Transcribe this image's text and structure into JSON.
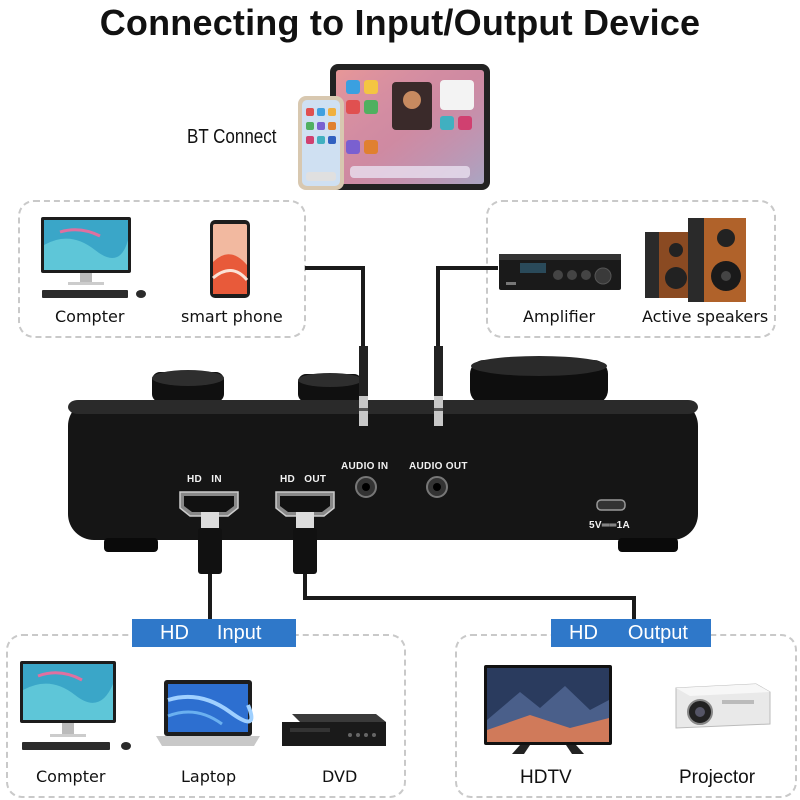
{
  "title": "Connecting to Input/Output Device",
  "bt_connect": "BT Connect",
  "top_left_devices": [
    {
      "label": "Compter",
      "icon": "desktop-computer-icon"
    },
    {
      "label": "smart phone",
      "icon": "smartphone-icon"
    }
  ],
  "top_right_devices": [
    {
      "label": "Amplifier",
      "icon": "amplifier-icon"
    },
    {
      "label": "Active speakers",
      "icon": "speakers-icon"
    }
  ],
  "mixer": {
    "ports": {
      "hd_in": "HD   IN",
      "hd_out": "HD   OUT",
      "audio_in": "AUDIO IN",
      "audio_out": "AUDIO OUT",
      "power": "5V══1A"
    }
  },
  "input_tag": {
    "left": "HD",
    "right": "Input"
  },
  "output_tag": {
    "left": "HD",
    "right": "Output"
  },
  "input_devices": [
    {
      "label": "Compter",
      "icon": "desktop-computer-icon"
    },
    {
      "label": "Laptop",
      "icon": "laptop-icon"
    },
    {
      "label": "DVD",
      "icon": "dvd-player-icon"
    }
  ],
  "output_devices": [
    {
      "label": "HDTV",
      "icon": "tv-icon"
    },
    {
      "label": "Projector",
      "icon": "projector-icon"
    }
  ],
  "colors": {
    "tag_blue": "#2f78c9",
    "device_black": "#111111",
    "cable": "#1a1a1a"
  }
}
